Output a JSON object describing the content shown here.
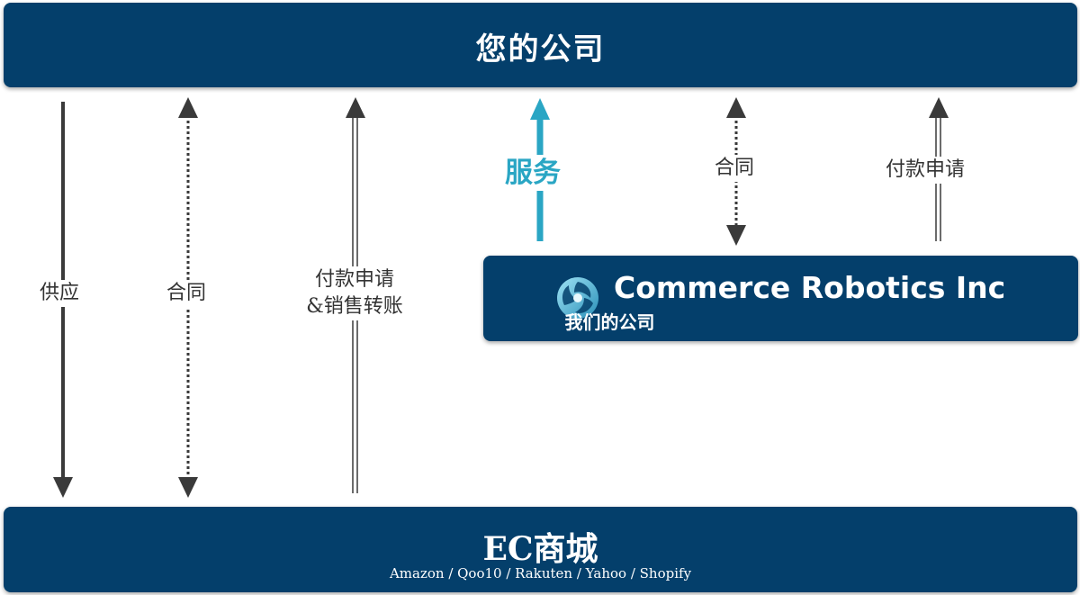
{
  "top_bar": {
    "title": "您的公司"
  },
  "bottom_bar": {
    "title": "EC商城",
    "subtitle": "Amazon / Qoo10 / Rakuten / Yahoo / Shopify"
  },
  "company_box": {
    "name": "Commerce Robotics Inc",
    "subtitle": "我们的公司"
  },
  "flows": {
    "supply": "供应",
    "contract_left": "合同",
    "payment_left_line1": "付款申请",
    "payment_left_line2": "&销售转账",
    "service": "服务",
    "contract_right": "合同",
    "payment_right": "付款申请"
  },
  "colors": {
    "navy": "#043f6b",
    "teal": "#2aa6c4",
    "arrow": "#3a3a3a",
    "text": "#333333"
  }
}
